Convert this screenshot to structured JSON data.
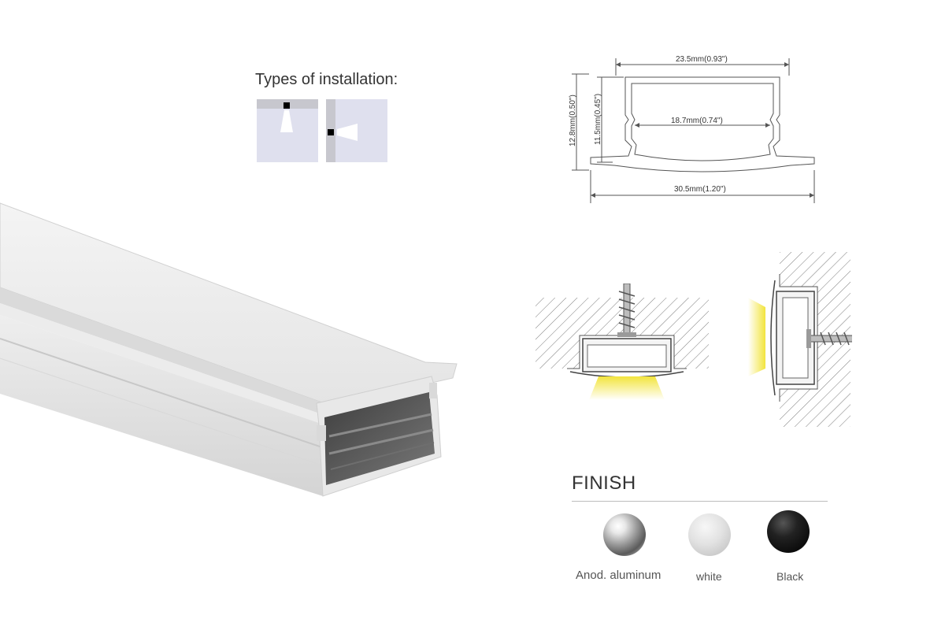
{
  "installation": {
    "title": "Types of installation:"
  },
  "dimensions": {
    "top_width": "23.5mm(0.93\")",
    "inner_width": "18.7mm(0.74\")",
    "bottom_width": "30.5mm(1.20\")",
    "total_height": "12.8mm(0.50\")",
    "inner_height": "11.5mm(0.45\")"
  },
  "finish": {
    "title": "FINISH",
    "options": [
      {
        "label": "Anod. aluminum",
        "color": "#9c9c9c"
      },
      {
        "label": "white",
        "color": "#d6d6d6"
      },
      {
        "label": "Black",
        "color": "#111111"
      }
    ]
  },
  "colors": {
    "light": "#f5e66a",
    "line": "#555555"
  }
}
